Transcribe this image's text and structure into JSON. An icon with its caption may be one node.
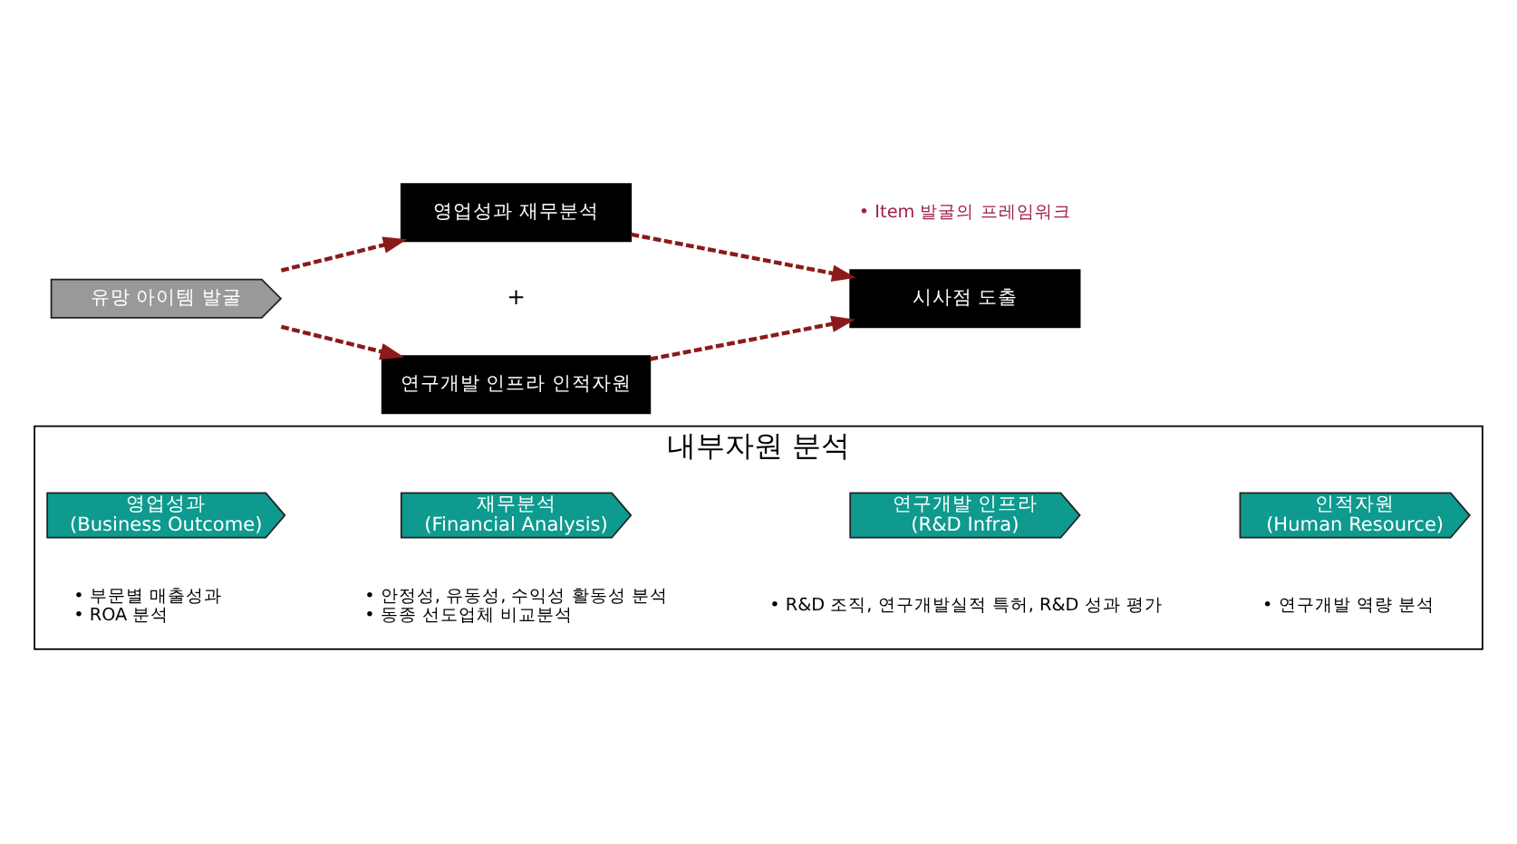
{
  "diagram": {
    "nodes": [
      {
        "text": [
          "내부자원 분석"
        ]
      },
      {
        "text": [
          "영업성과",
          "(Business Outcome)"
        ],
        "in": 0,
        "beside": [
          "• 부문별 매출성과",
          "• ROA 분석"
        ]
      },
      {
        "text": [
          "재무분석",
          "(Financial Analysis)"
        ],
        "in": 0,
        "beside": [
          "• 안정성, 유동성, 수익성 활동성 분석",
          "• 동종 선도업체 비교분석"
        ]
      },
      {
        "text": [
          "연구개발 인프라",
          "(R&D Infra)"
        ],
        "in": 0,
        "beside": [
          "• R&D 조직, 연구개발실적 특허, R&D 성과 평가"
        ]
      },
      {
        "text": [
          "인적자원",
          "(Human Resource)"
        ],
        "in": 0,
        "beside": [
          "• 연구개발 역량 분석"
        ]
      },
      {
        "text": [
          "유망 아이템 발굴"
        ]
      },
      {
        "text": [
          "영업성과 재무분석"
        ]
      },
      {
        "text": [
          "연구개발 인프라 인적자원"
        ]
      },
      {
        "text": [
          "시사점 도출"
        ],
        "beside": [
          "• Item 발굴의 프레임워크"
        ]
      }
    ],
    "edges": [
      {
        "from": 5,
        "to": 6,
        "arrow": "to",
        "style": "dashed"
      },
      {
        "from": 5,
        "to": 7,
        "arrow": "to",
        "style": "dashed"
      },
      {
        "from": 6,
        "to": 8,
        "arrow": "to",
        "style": "dashed"
      },
      {
        "from": 7,
        "to": 8,
        "arrow": "to",
        "style": "dashed"
      }
    ],
    "labels": [
      "+"
    ]
  }
}
